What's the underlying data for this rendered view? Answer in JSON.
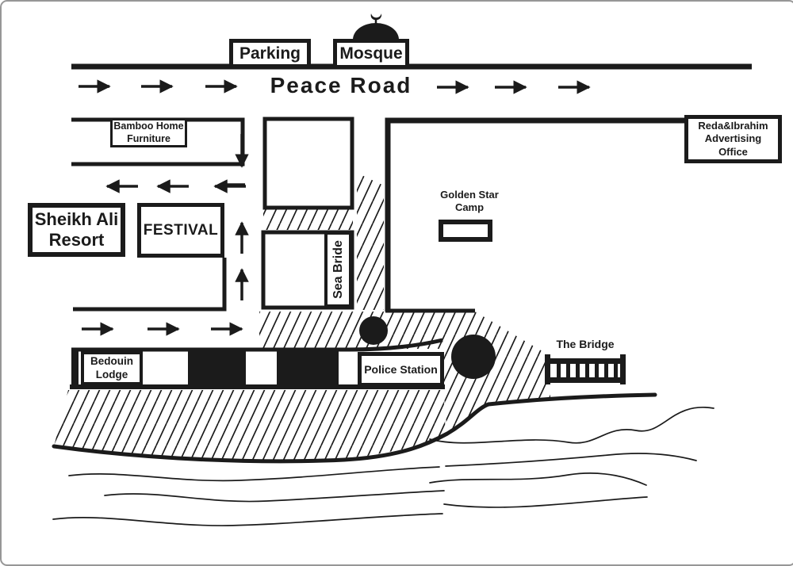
{
  "colors": {
    "ink": "#1b1b1b",
    "paper": "#ffffff",
    "frame": "#979797"
  },
  "road": {
    "label": "Peace Road"
  },
  "places": {
    "parking": {
      "label": "Parking"
    },
    "mosque": {
      "label": "Mosque"
    },
    "bamboo_home_furniture": {
      "label": "Bamboo Home\nFurniture"
    },
    "sheikh_ali_resort": {
      "label": "Sheikh Ali\nResort"
    },
    "festival": {
      "label": "FESTIVAL"
    },
    "sea_bride": {
      "label": "Sea Bride"
    },
    "golden_star_camp": {
      "label": "Golden Star\nCamp"
    },
    "reda_ibrahim_advertising_office": {
      "label": "Reda&Ibrahim\nAdvertising\nOffice"
    },
    "bedouin_lodge": {
      "label": "Bedouin\nLodge"
    },
    "police_station": {
      "label": "Police Station"
    },
    "the_bridge": {
      "label": "The Bridge"
    }
  },
  "icons": {
    "mosque_dome": "dome-with-crescent",
    "bridge": "ladder-bridge",
    "sea": "wavy-water-lines",
    "beach": "diagonal-hatch-area",
    "traffic": "one-way-direction-arrows",
    "landmarks": "two-black-circle-markers"
  }
}
